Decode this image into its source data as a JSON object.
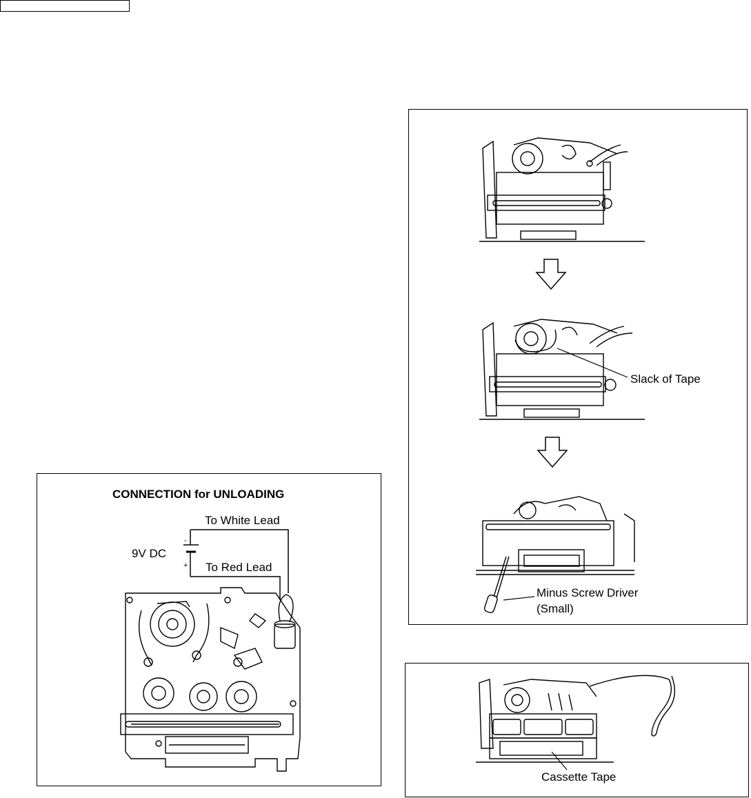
{
  "connection_panel": {
    "title": "CONNECTION for UNLOADING",
    "to_white_lead": "To White Lead",
    "to_red_lead": "To Red Lead",
    "battery_label": "9V DC",
    "minus_sign": "-",
    "plus_sign": "+"
  },
  "procedure_panel": {
    "slack_label": "Slack of Tape",
    "screwdriver_label_line1": "Minus Screw Driver",
    "screwdriver_label_line2": "(Small)"
  },
  "cassette_panel": {
    "cassette_label": "Cassette Tape"
  }
}
